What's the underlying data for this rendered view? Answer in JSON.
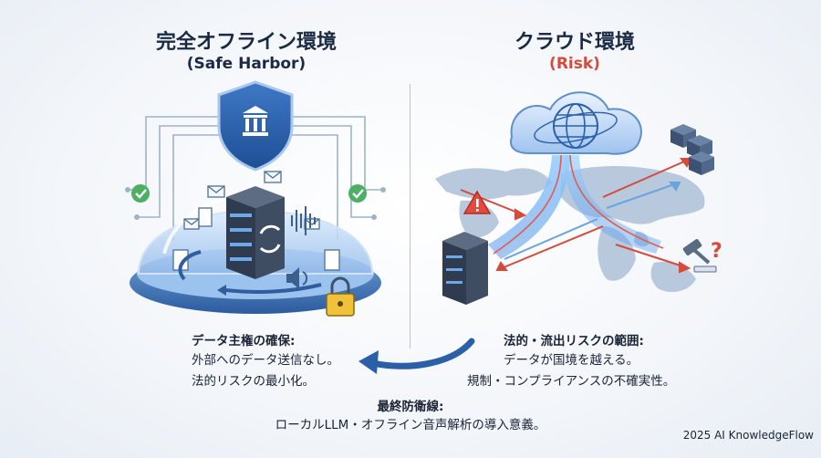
{
  "left": {
    "title": "完全オフライン環境",
    "subtitle": "(Safe Harbor)",
    "caption_head": "データ主権の確保:",
    "caption_lines": [
      "外部へのデータ送信なし。",
      "法的リスクの最小化。"
    ]
  },
  "right": {
    "title": "クラウド環境",
    "subtitle": "(Risk)",
    "caption_head": "法的・流出リスクの範囲:",
    "caption_lines": [
      "データが国境を越える。",
      "規制・コンプライアンスの不確実性。"
    ]
  },
  "bottom": {
    "head": "最終防衛線:",
    "line": "ローカルLLM・オフライン音声解析の導入意義。"
  },
  "footer": "2025 AI KnowledgeFlow",
  "colors": {
    "accent_blue": "#2b5fa8",
    "risk_red": "#d44a3c",
    "title_navy": "#1a2a44"
  },
  "icons": {
    "left": [
      "shield-bank-icon",
      "server-icon",
      "dome-icon",
      "lock-icon",
      "check-icon",
      "envelope-icon",
      "document-icon",
      "sound-wave-icon",
      "speaker-icon",
      "sync-icon"
    ],
    "right": [
      "cloud-globe-icon",
      "world-map-icon",
      "server-icon",
      "warning-icon",
      "gavel-icon",
      "question-icon",
      "data-cubes-icon"
    ]
  }
}
